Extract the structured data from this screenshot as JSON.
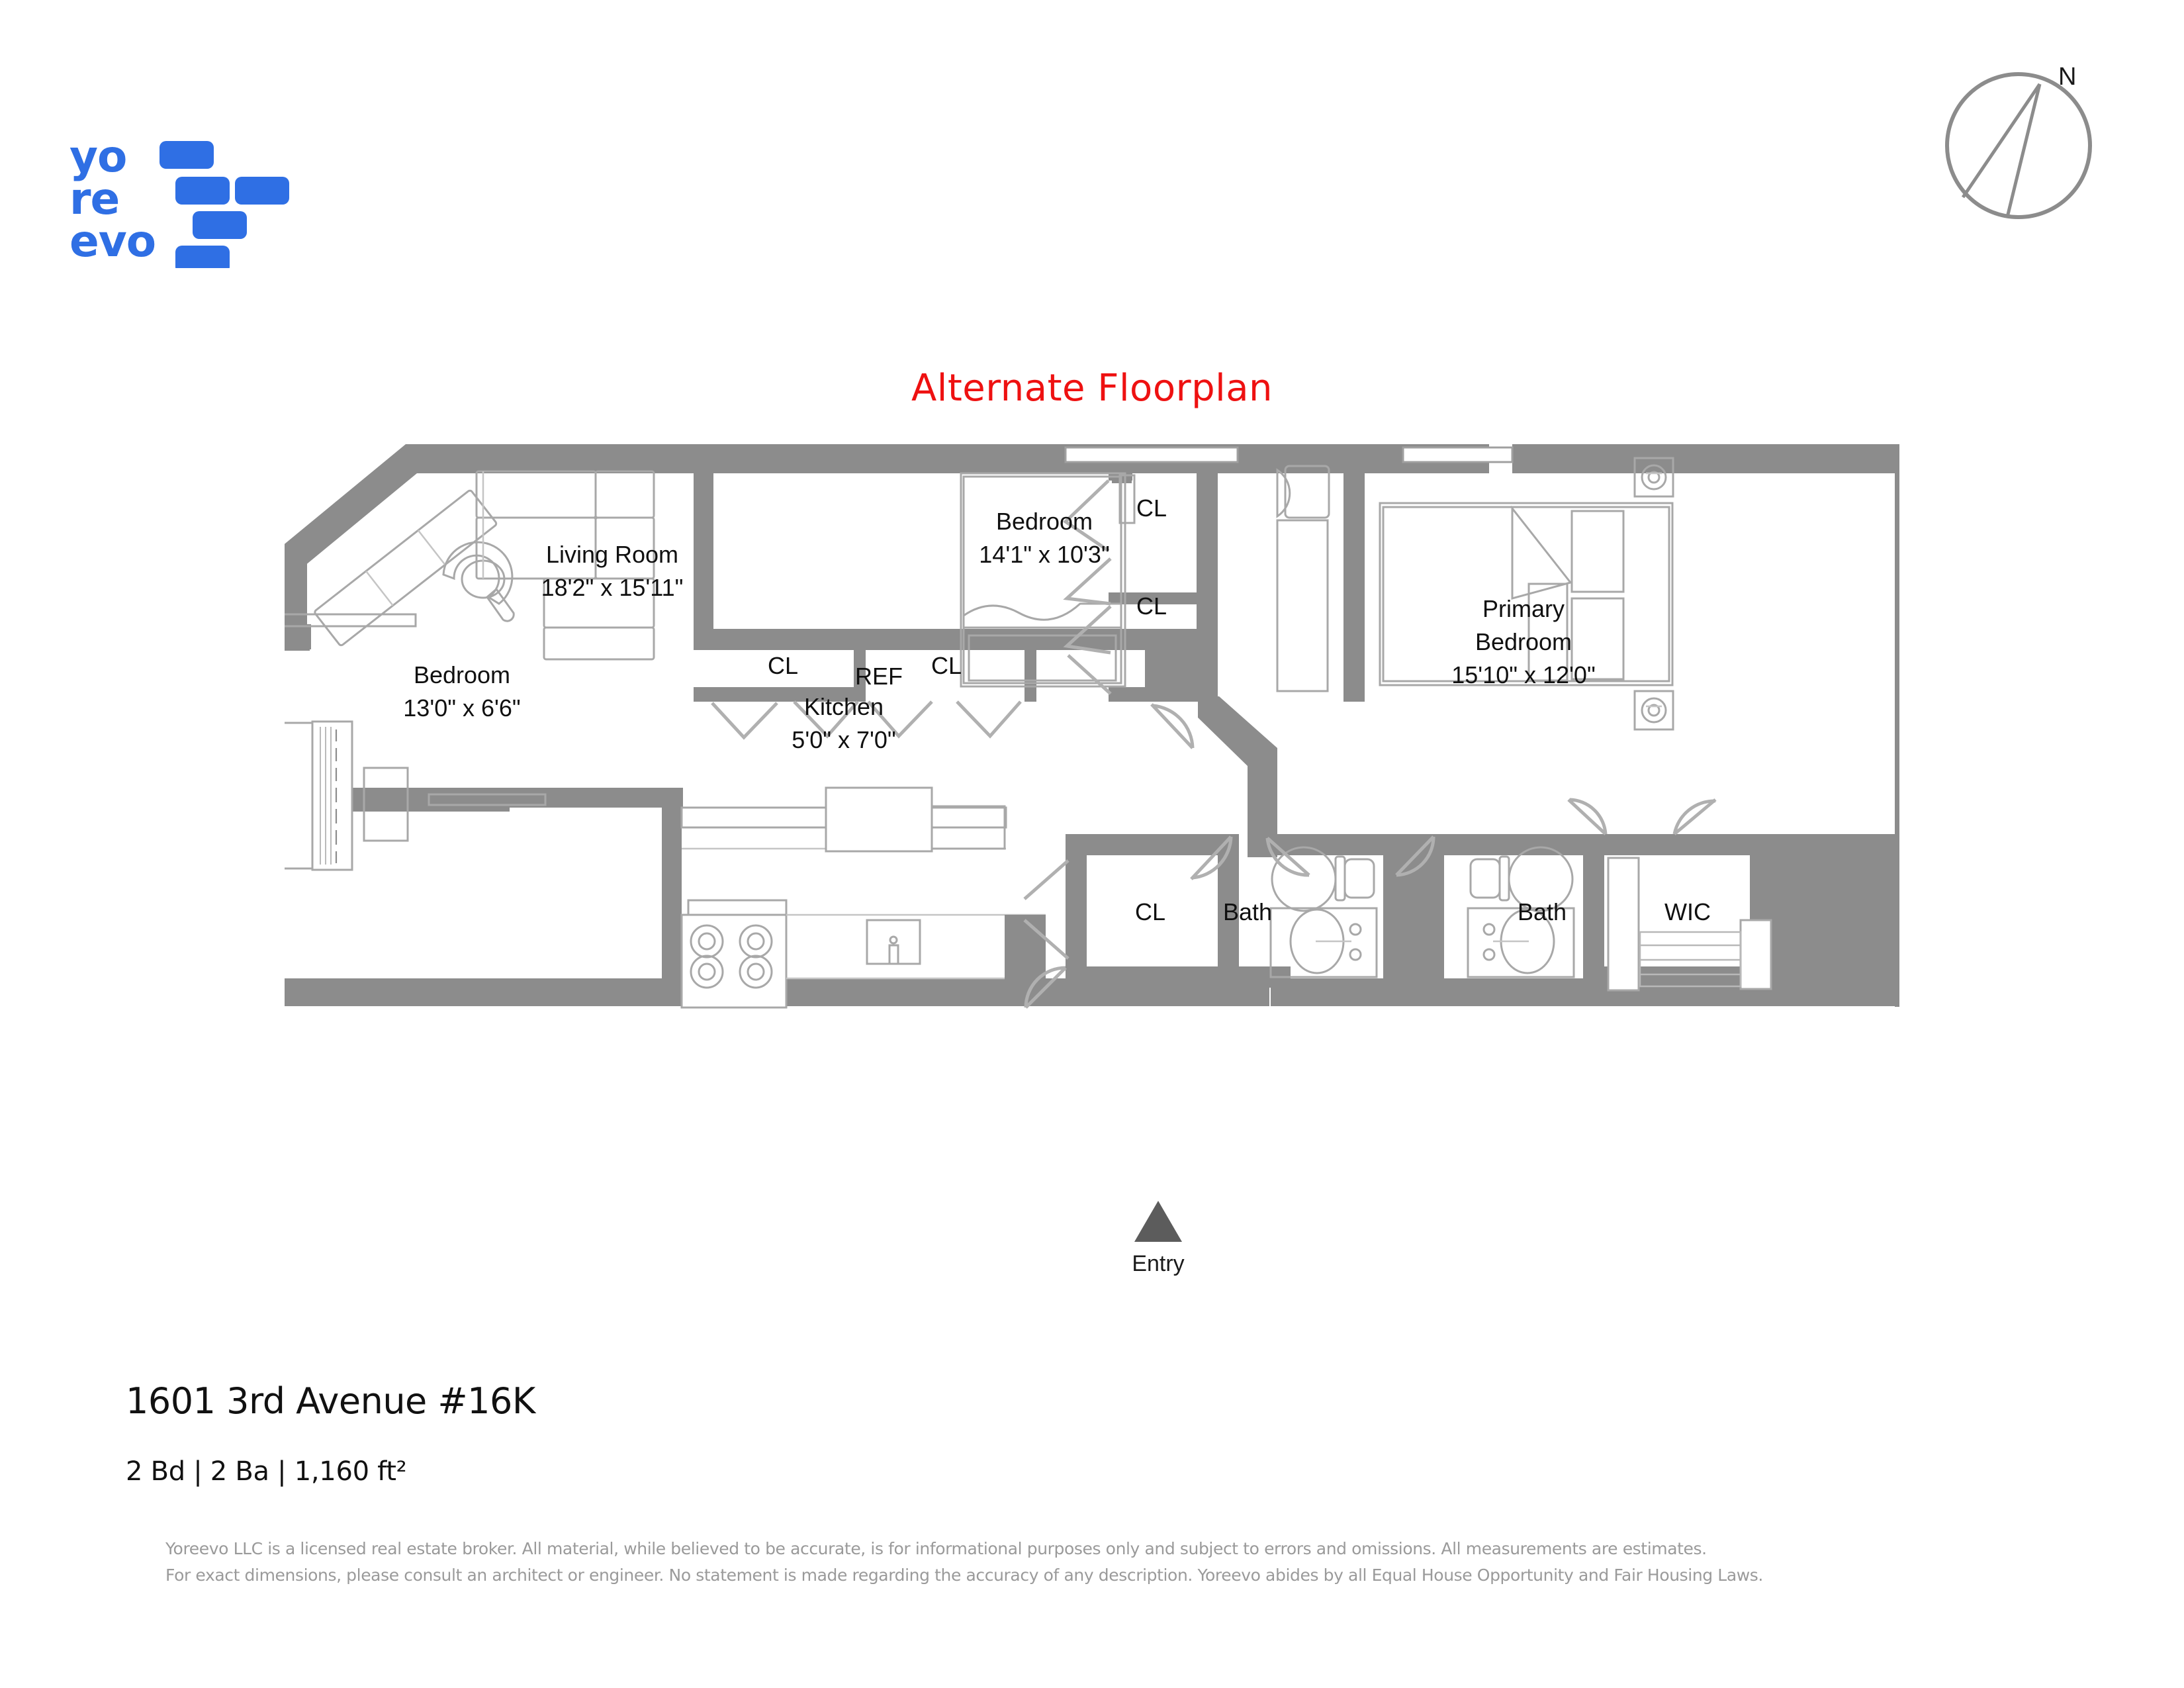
{
  "brand": {
    "logo_line1": "yo",
    "logo_line2": "re",
    "logo_line3": "evo",
    "logo_color": "#2f6fe4"
  },
  "compass": {
    "north_label": "N"
  },
  "plan": {
    "title": "Alternate Floorplan",
    "title_color": "#ee1111",
    "entry_label": "Entry",
    "rooms": [
      {
        "name": "Living Room",
        "dimensions": "18'2\" x 15'11\""
      },
      {
        "name": "Bedroom",
        "dimensions": "14'1\" x 10'3\""
      },
      {
        "name": "Primary Bedroom",
        "name_line1": "Primary",
        "name_line2": "Bedroom",
        "dimensions": "15'10\" x 12'0\""
      },
      {
        "name": "Bedroom",
        "dimensions": "13'0\" x 6'6\""
      },
      {
        "name": "Kitchen",
        "dimensions": "5'0\" x 7'0\""
      }
    ],
    "closets": [
      {
        "label": "CL"
      },
      {
        "label": "CL"
      },
      {
        "label": "CL"
      },
      {
        "label": "CL"
      },
      {
        "label": "CL"
      }
    ],
    "baths": [
      {
        "label": "Bath"
      },
      {
        "label": "Bath"
      }
    ],
    "appliances": [
      {
        "label": "REF"
      }
    ],
    "walk_in_closet": {
      "label": "WIC"
    },
    "wall_color": "#8c8c8c",
    "furniture_color": "#9a9a9a"
  },
  "listing": {
    "address": "1601 3rd Avenue #16K",
    "specs": "2 Bd | 2 Ba | 1,160 ft²"
  },
  "disclaimer": {
    "line1": "Yoreevo LLC is a licensed real estate broker. All material, while believed to be accurate, is for informational purposes only and subject to errors and omissions. All measurements are estimates.",
    "line2": "For exact dimensions, please consult an architect or engineer. No statement is made regarding the accuracy of any description. Yoreevo abides by all Equal House Opportunity and Fair Housing Laws."
  }
}
